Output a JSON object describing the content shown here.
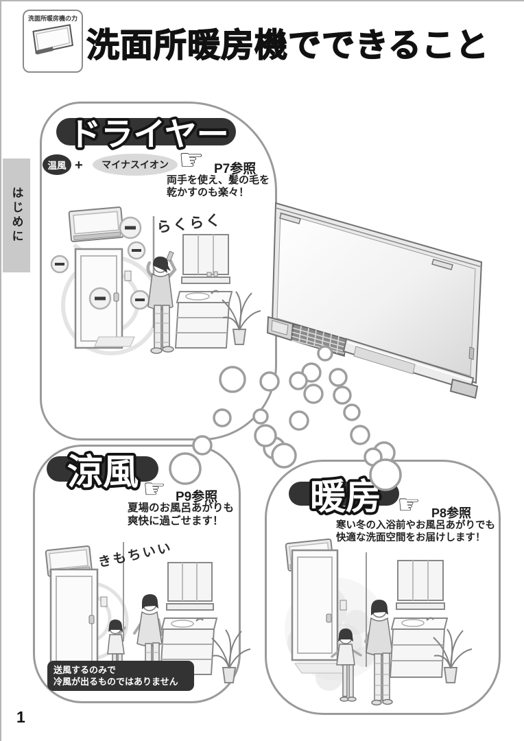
{
  "page": {
    "number": "1"
  },
  "header": {
    "icon_label": "洗面所暖房機の力",
    "title": "洗面所暖房機でできること"
  },
  "sidebar": {
    "tab_label": "はじめに"
  },
  "sections": {
    "dryer": {
      "title": "ドライヤー",
      "badge_warm": "温風",
      "plus": "+",
      "badge_ion": "マイナスイオン",
      "ref_label": "P7参照",
      "caption_line1": "両手を使え、髪の毛を",
      "caption_line2": "乾かすのも楽々！",
      "fx_text": "らくらく"
    },
    "cool": {
      "title": "涼風",
      "ref_label": "P9参照",
      "caption_line1": "夏場のお風呂あがりも",
      "caption_line2": "爽快に過ごせます！",
      "fx_text": "きもちいい",
      "note_line1": "送風するのみで",
      "note_line2": "冷風が出るものではありません"
    },
    "heat": {
      "title": "暖房",
      "ref_label": "P8参照",
      "caption_line1": "寒い冬の入浴前やお風呂あがりでも",
      "caption_line2": "快適な洗面空間をお届けします！"
    }
  },
  "icons": {
    "pointing_hand": "☞",
    "minus_ion": "−"
  },
  "colors": {
    "pill_bg": "#333333",
    "ion_badge_bg": "#d9d9d9",
    "note_bg": "#333333",
    "bubble_border": "#9a9a9a",
    "tab_bg": "#c9c9c9"
  }
}
